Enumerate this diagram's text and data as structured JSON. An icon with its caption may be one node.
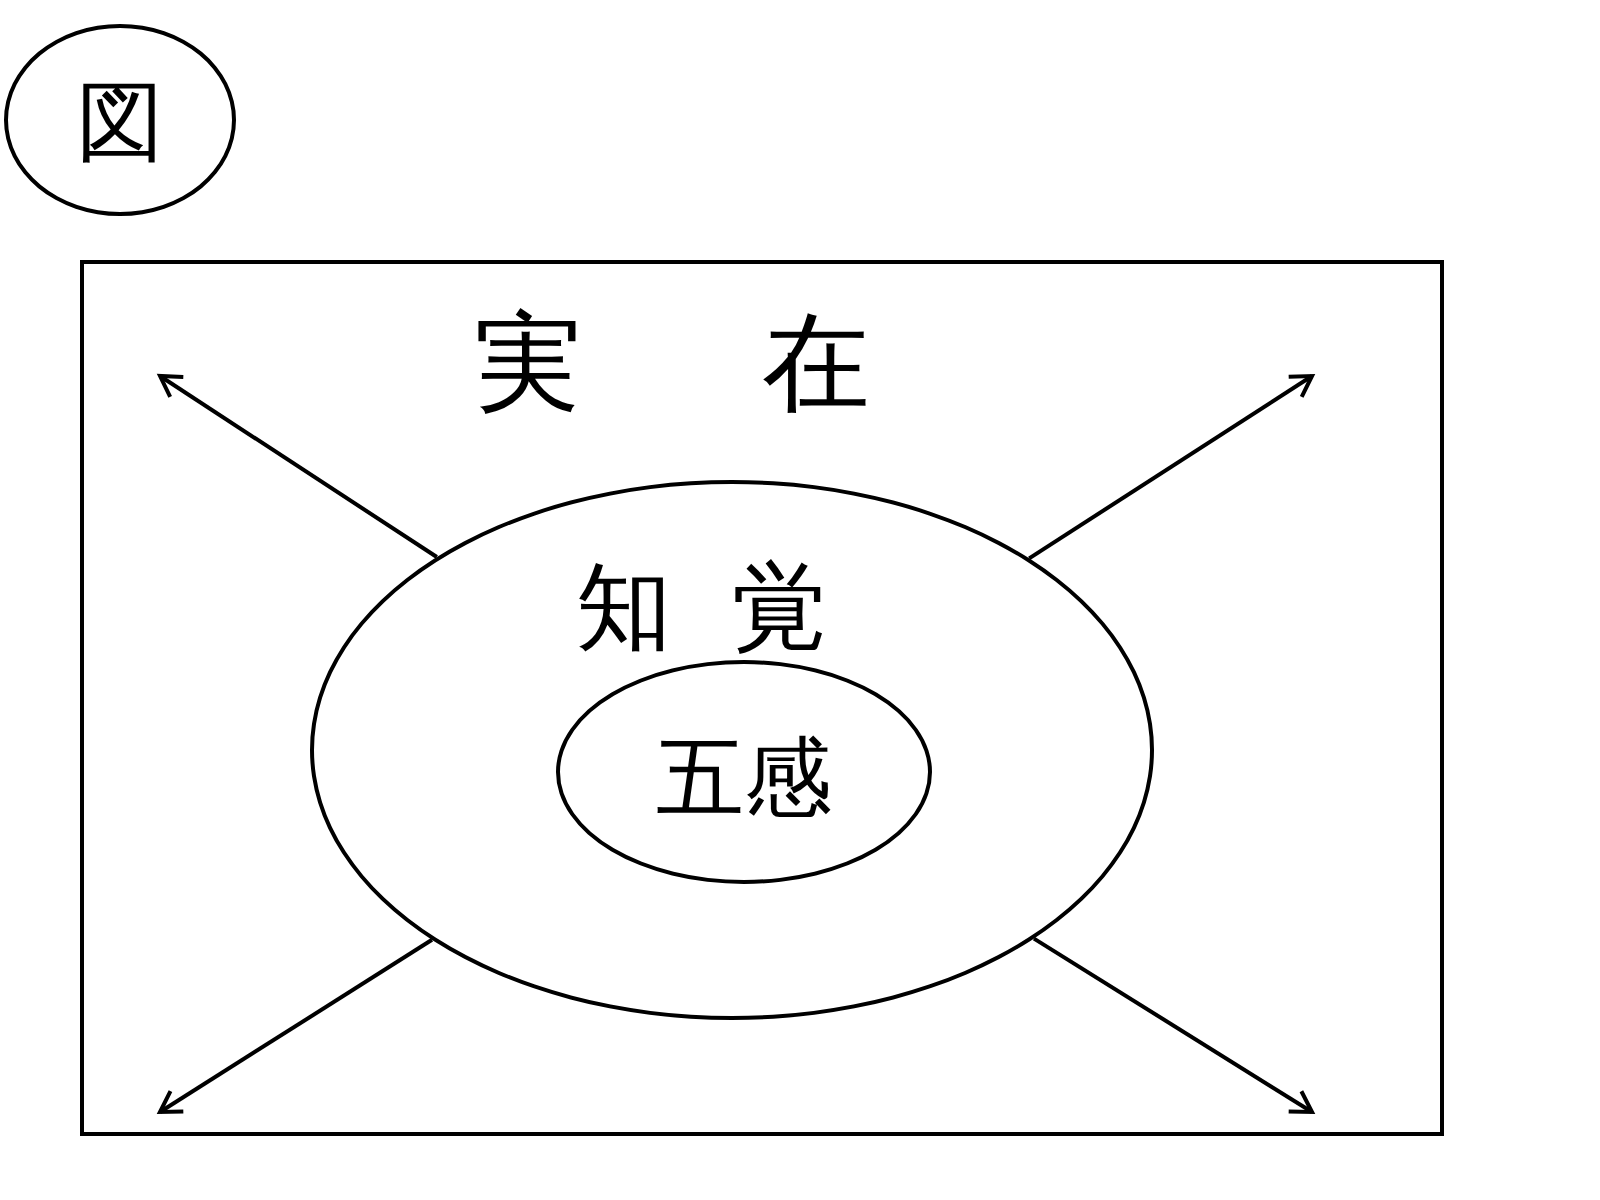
{
  "diagram": {
    "nodes": [
      {
        "text": [
          "図"
        ]
      },
      {
        "text": [
          "実在"
        ]
      },
      {
        "text": [
          "知覚"
        ],
        "in": 1
      },
      {
        "text": [
          "五感"
        ],
        "in": 2
      }
    ],
    "edges": [
      {
        "from": 2,
        "to": null,
        "arrow": "to"
      },
      {
        "from": 2,
        "to": null,
        "arrow": "to"
      },
      {
        "from": 2,
        "to": null,
        "arrow": "to"
      },
      {
        "from": 2,
        "to": null,
        "arrow": "to"
      }
    ]
  }
}
